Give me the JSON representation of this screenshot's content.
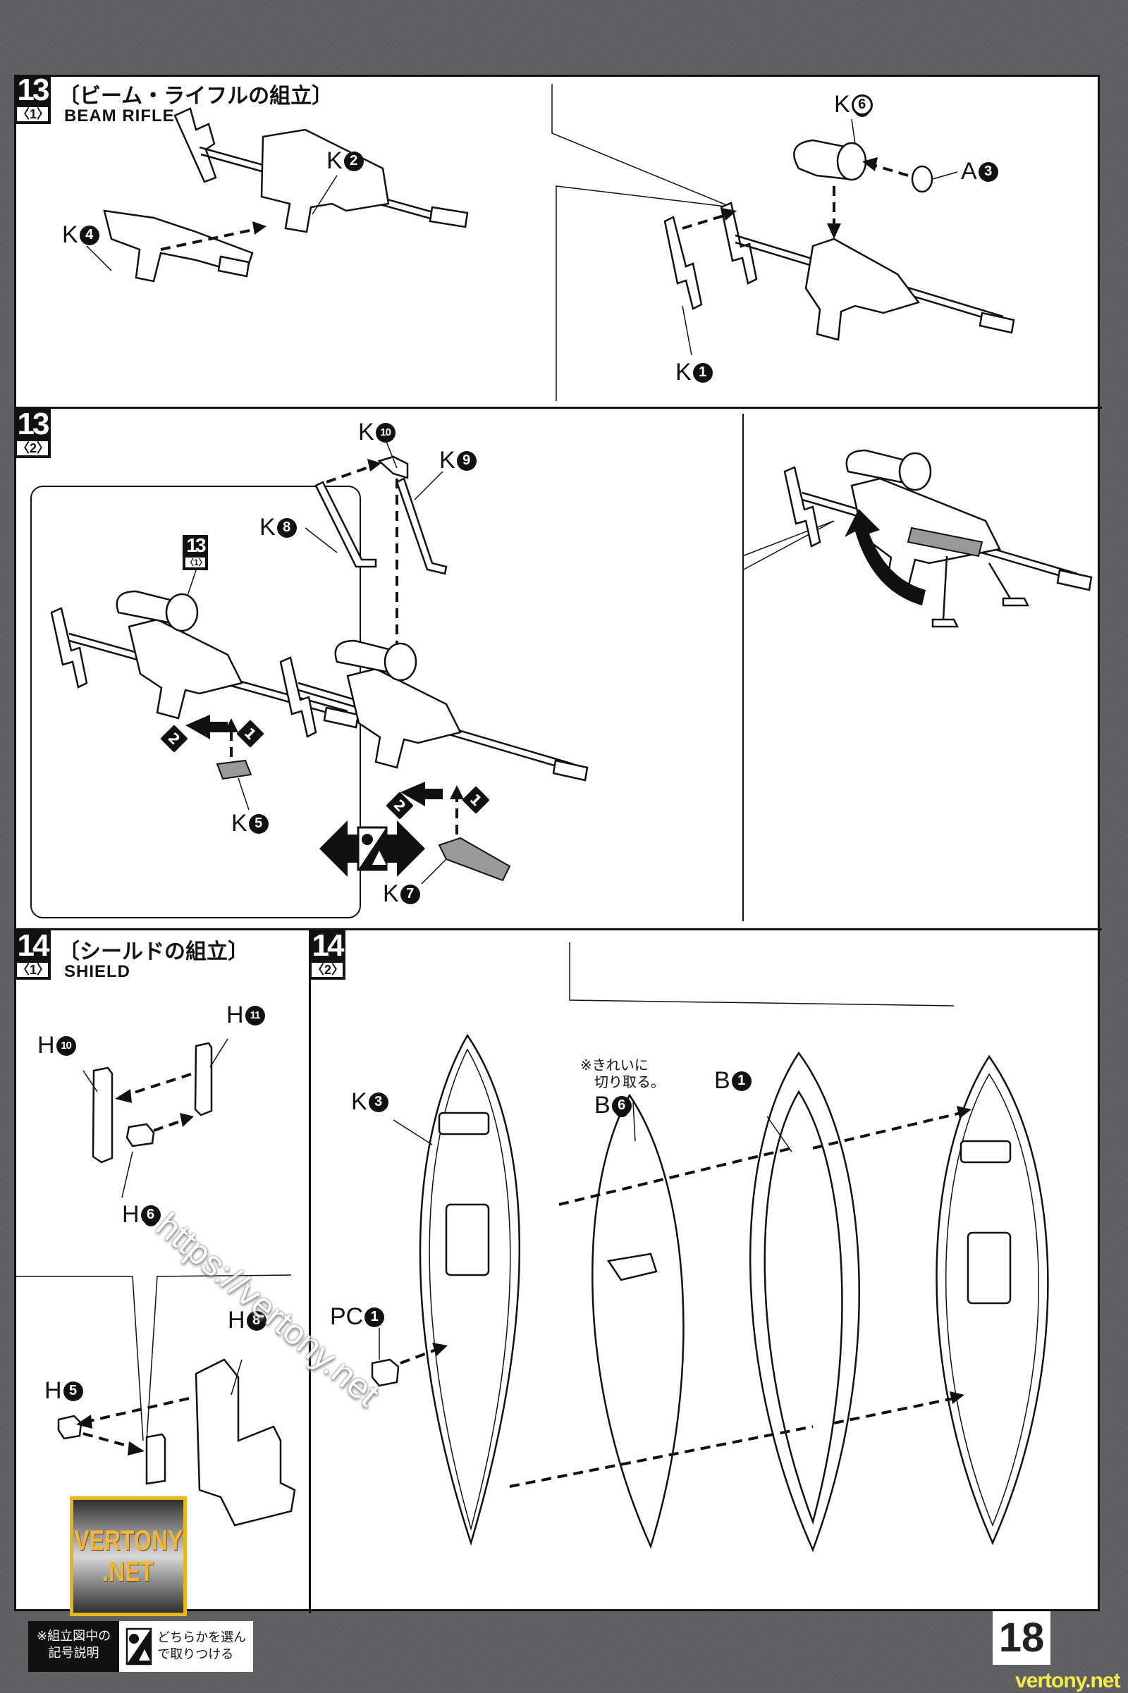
{
  "page_number": "18",
  "watermark": {
    "site_url": "vertony.net",
    "diagonal_url": "https://vertony.net",
    "logo_line1": "VERTONY",
    "logo_line2": ".NET"
  },
  "steps": {
    "s13_1": {
      "number": "13",
      "sub": "〈1〉",
      "title_jp": "〔ビーム・ライフルの組立〕",
      "title_en": "BEAM RIFLE",
      "parts": [
        {
          "letter": "K",
          "num": "2"
        },
        {
          "letter": "K",
          "num": "4"
        },
        {
          "letter": "K",
          "num": "6"
        },
        {
          "letter": "A",
          "num": "3"
        },
        {
          "letter": "K",
          "num": "1"
        }
      ]
    },
    "s13_2": {
      "number": "13",
      "sub": "〈2〉",
      "ref_number": "13",
      "ref_sub": "〈1〉",
      "parts": [
        {
          "letter": "K",
          "num": "5"
        },
        {
          "letter": "K",
          "num": "10"
        },
        {
          "letter": "K",
          "num": "9"
        },
        {
          "letter": "K",
          "num": "8"
        },
        {
          "letter": "K",
          "num": "7"
        }
      ],
      "order_marks": [
        "1",
        "2"
      ]
    },
    "s14_1": {
      "number": "14",
      "sub": "〈1〉",
      "title_jp": "〔シールドの組立〕",
      "title_en": "SHIELD",
      "parts": [
        {
          "letter": "H",
          "num": "10"
        },
        {
          "letter": "H",
          "num": "11"
        },
        {
          "letter": "H",
          "num": "6"
        },
        {
          "letter": "H",
          "num": "8"
        },
        {
          "letter": "H",
          "num": "5"
        }
      ]
    },
    "s14_2": {
      "number": "14",
      "sub": "〈2〉",
      "note_line1": "※きれいに",
      "note_line2": "切り取る。",
      "parts": [
        {
          "letter": "K",
          "num": "3"
        },
        {
          "letter": "PC",
          "num": "1"
        },
        {
          "letter": "B",
          "num": "6"
        },
        {
          "letter": "B",
          "num": "1"
        }
      ]
    }
  },
  "legend": {
    "label_line1": "※組立図中の",
    "label_line2": "記号説明",
    "symbol_icon": "choose-one-symbol",
    "text_line1": "どちらかを選ん",
    "text_line2": "で取りつける"
  }
}
